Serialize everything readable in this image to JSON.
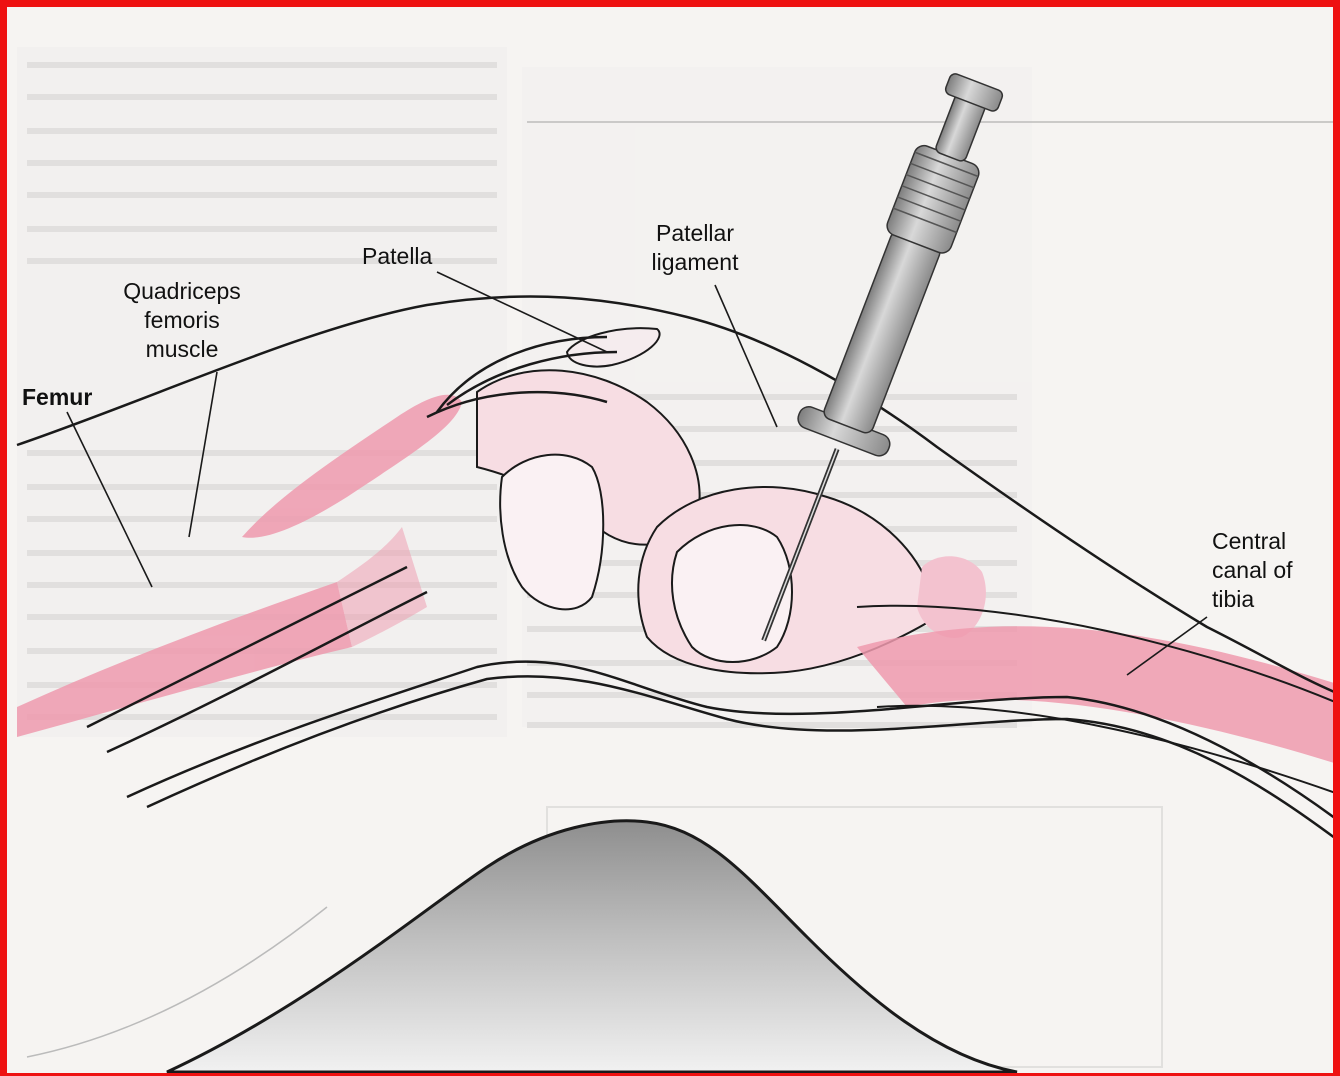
{
  "figure": {
    "labels": {
      "femur": "Femur",
      "quadriceps": "Quadriceps\nfemoris\nmuscle",
      "patella": "Patella",
      "patellar_ligament": "Patellar\nligament",
      "central_canal": "Central\ncanal of\ntibia"
    },
    "colors": {
      "frame": "#ee1111",
      "bone_marrow": "#ef9aae",
      "line_art": "#1a1a1a",
      "syringe": "#a9a9a9",
      "background": "#f6f4f2"
    },
    "icons": [
      "syringe-needle-icon"
    ]
  }
}
